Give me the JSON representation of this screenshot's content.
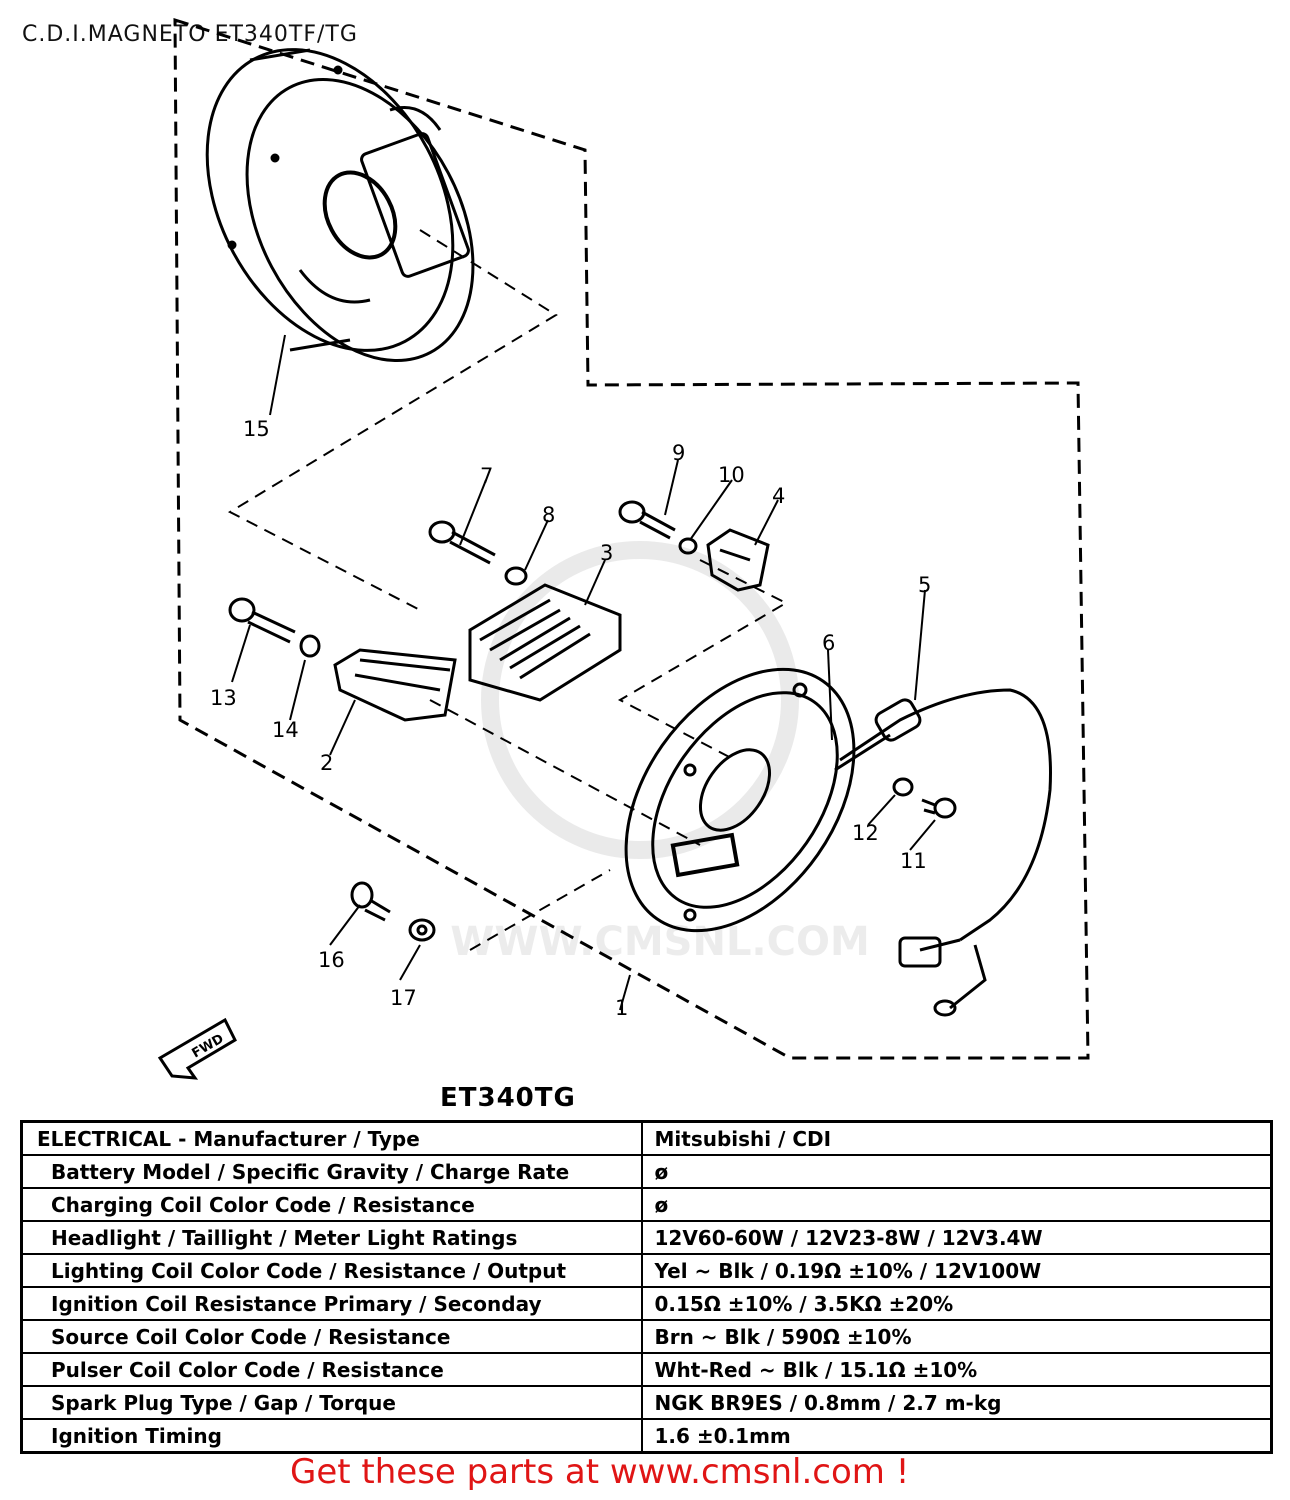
{
  "title": "C.D.I.MAGNETO ET340TF/TG",
  "callouts": [
    "1",
    "2",
    "3",
    "4",
    "5",
    "6",
    "7",
    "8",
    "9",
    "10",
    "11",
    "12",
    "13",
    "14",
    "15",
    "16",
    "17"
  ],
  "watermark": "WWW.CMSNL.COM",
  "direction_label": "FWD",
  "model_heading": "ET340TG",
  "spec_table": {
    "header": {
      "strong": "ELECTRICAL",
      "rest": " - Manufacturer / Type",
      "value": "Mitsubishi / CDI"
    },
    "rows": [
      {
        "param": "Battery Model / Specific Gravity / Charge Rate",
        "value": "ø"
      },
      {
        "param": "Charging Coil Color Code / Resistance",
        "value": "ø"
      },
      {
        "param": "Headlight / Taillight / Meter Light Ratings",
        "value": "12V60-60W / 12V23-8W / 12V3.4W"
      },
      {
        "param": "Lighting Coil Color Code / Resistance / Output",
        "value": "Yel ~ Blk / 0.19Ω ±10% / 12V100W"
      },
      {
        "param": "Ignition Coil Resistance Primary / Seconday",
        "value": "0.15Ω ±10% / 3.5KΩ ±20%"
      },
      {
        "param": "Source Coil Color Code / Resistance",
        "value": "Brn ~ Blk / 590Ω ±10%"
      },
      {
        "param": "Pulser Coil Color Code / Resistance",
        "value": "Wht-Red ~ Blk / 15.1Ω ±10%"
      },
      {
        "param": "Spark Plug Type / Gap / Torque",
        "value": "NGK BR9ES / 0.8mm / 2.7 m-kg"
      },
      {
        "param": "Ignition Timing",
        "value": "1.6 ±0.1mm"
      }
    ]
  },
  "promo_text": "Get these parts at www.cmsnl.com !",
  "colors": {
    "promo": "#e01515",
    "line": "#000000",
    "watermark": "#d9d9d9"
  }
}
